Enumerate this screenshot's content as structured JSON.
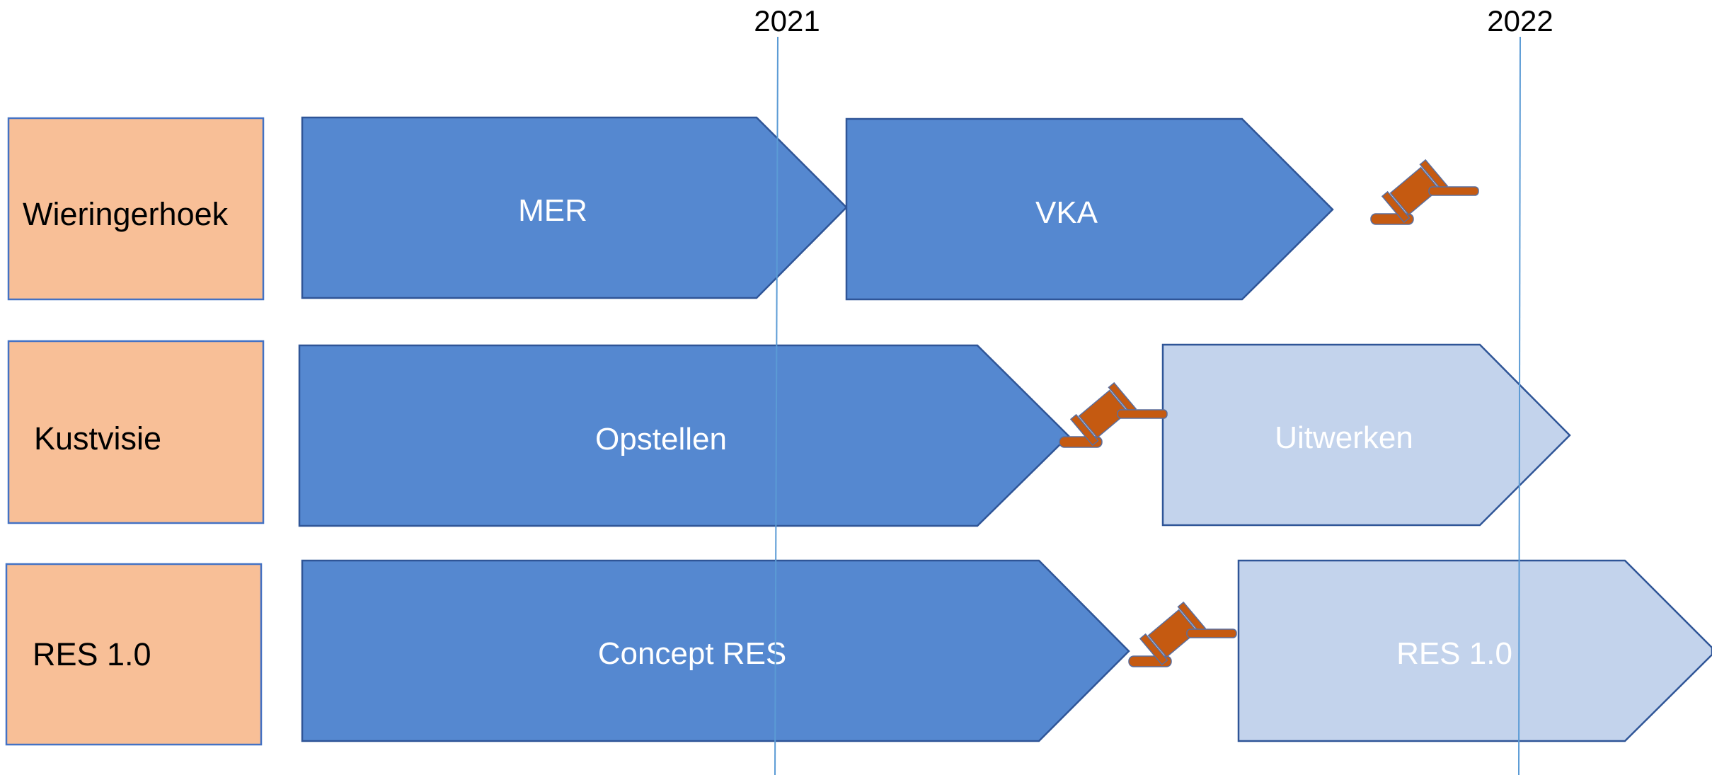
{
  "timeline": {
    "years": [
      {
        "label": "2021"
      },
      {
        "label": "2022"
      }
    ]
  },
  "rows": [
    {
      "label": "Wieringerhoek",
      "steps": [
        {
          "label": "MER",
          "state": "active"
        },
        {
          "label": "VKA",
          "state": "active"
        }
      ],
      "decision_icon": "gavel-icon"
    },
    {
      "label": "Kustvisie",
      "steps": [
        {
          "label": "Opstellen",
          "state": "active"
        },
        {
          "label": "Uitwerken",
          "state": "planned"
        }
      ],
      "decision_icon": "gavel-icon"
    },
    {
      "label": "RES 1.0",
      "steps": [
        {
          "label": "Concept RES",
          "state": "active"
        },
        {
          "label": "RES 1.0",
          "state": "planned"
        }
      ],
      "decision_icon": "gavel-icon"
    }
  ],
  "colors": {
    "row_label_fill": "#F8BF97",
    "row_label_border": "#4472C4",
    "active_fill": "#5588D0",
    "planned_fill": "#C3D3EC",
    "arrow_border": "#2F5597",
    "arrow_text": "#FFFFFF",
    "gavel": "#C55A11",
    "year_line": "#5B9BD5"
  }
}
